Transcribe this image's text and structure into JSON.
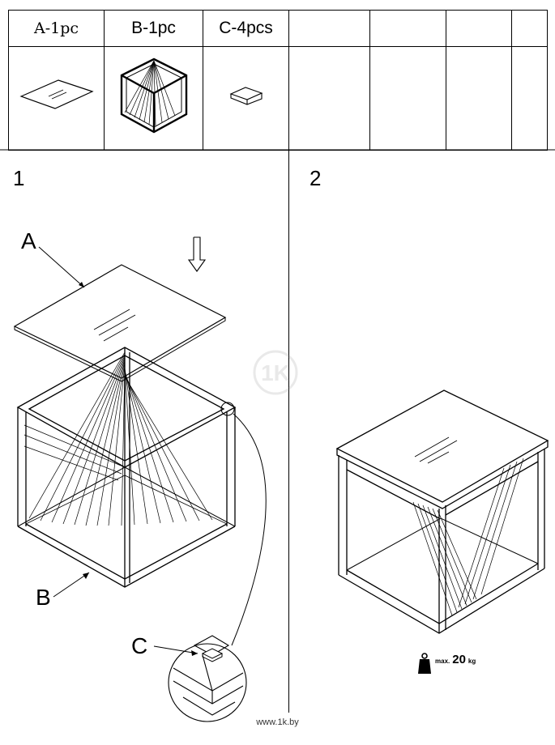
{
  "parts": {
    "header": [
      "A-1pc",
      "B-1pc",
      "C-4pcs",
      "",
      "",
      "",
      ""
    ],
    "icons": [
      "glass-panel",
      "cube-frame",
      "felt-pad"
    ]
  },
  "steps": {
    "one": "1",
    "two": "2"
  },
  "callouts": {
    "a": "A",
    "b": "B",
    "c": "C"
  },
  "max_load": {
    "prefix": "max.",
    "value": "20",
    "unit": "kg"
  },
  "watermark": "1K",
  "footer_url": "www.1k.by"
}
